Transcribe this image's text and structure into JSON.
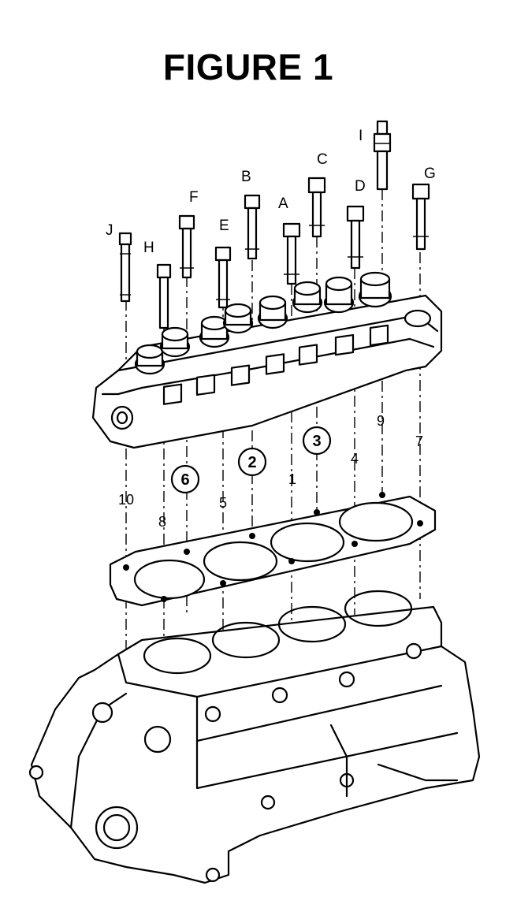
{
  "title": "FIGURE 1",
  "bolt_labels": [
    "J",
    "H",
    "F",
    "E",
    "B",
    "A",
    "C",
    "D",
    "I",
    "G"
  ],
  "sequence_numbers": [
    "10",
    "8",
    "5",
    "1",
    "4",
    "9",
    "7"
  ],
  "circled_numbers": [
    "6",
    "2",
    "3"
  ],
  "colors": {
    "ink": "#000000",
    "background": "#ffffff"
  }
}
